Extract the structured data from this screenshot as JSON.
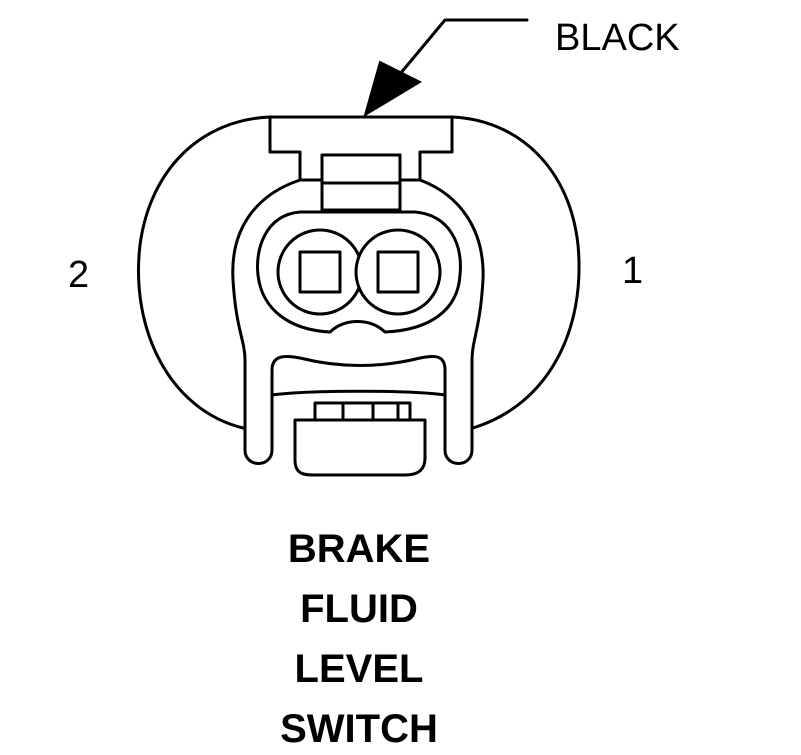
{
  "connector": {
    "color_label": "BLACK",
    "pin_left": "2",
    "pin_right": "1"
  },
  "title": {
    "line1": "BRAKE",
    "line2": "FLUID",
    "line3": "LEVEL",
    "line4": "SWITCH"
  }
}
